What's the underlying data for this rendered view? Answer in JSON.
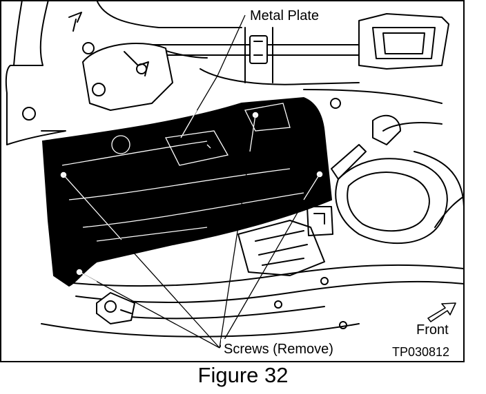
{
  "labels": {
    "metal_plate": "Metal Plate",
    "screws": "Screws (Remove)",
    "front": "Front",
    "code": "TP030812"
  },
  "caption": "Figure 32",
  "colors": {
    "ink": "#000000",
    "paper": "#ffffff"
  },
  "icons": {
    "front_arrow": "arrow-right-up-icon"
  }
}
